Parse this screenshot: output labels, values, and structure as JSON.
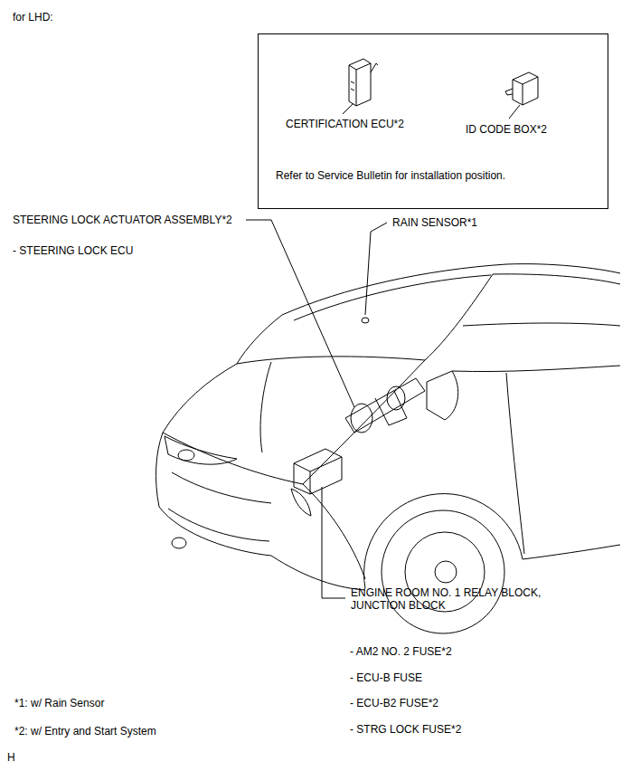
{
  "diagram": {
    "nodes": [
      {
        "text": [
          "CERTIFICATION ECU*2",
          "ID CODE BOX*2",
          "Refer to Service Bulletin for installation position."
        ]
      }
    ],
    "labels": [
      "for LHD:",
      "STEERING LOCK ACTUATOR ASSEMBLY*2",
      "- STEERING LOCK ECU",
      "RAIN SENSOR*1",
      "ENGINE ROOM NO. 1 RELAY BLOCK, JUNCTION BLOCK",
      "- AM2 NO. 2 FUSE*2",
      "- ECU-B FUSE",
      "- ECU-B2 FUSE*2",
      "- STRG LOCK FUSE*2",
      "*1: w/ Rain Sensor",
      "*2: w/ Entry and Start System",
      "H"
    ]
  }
}
